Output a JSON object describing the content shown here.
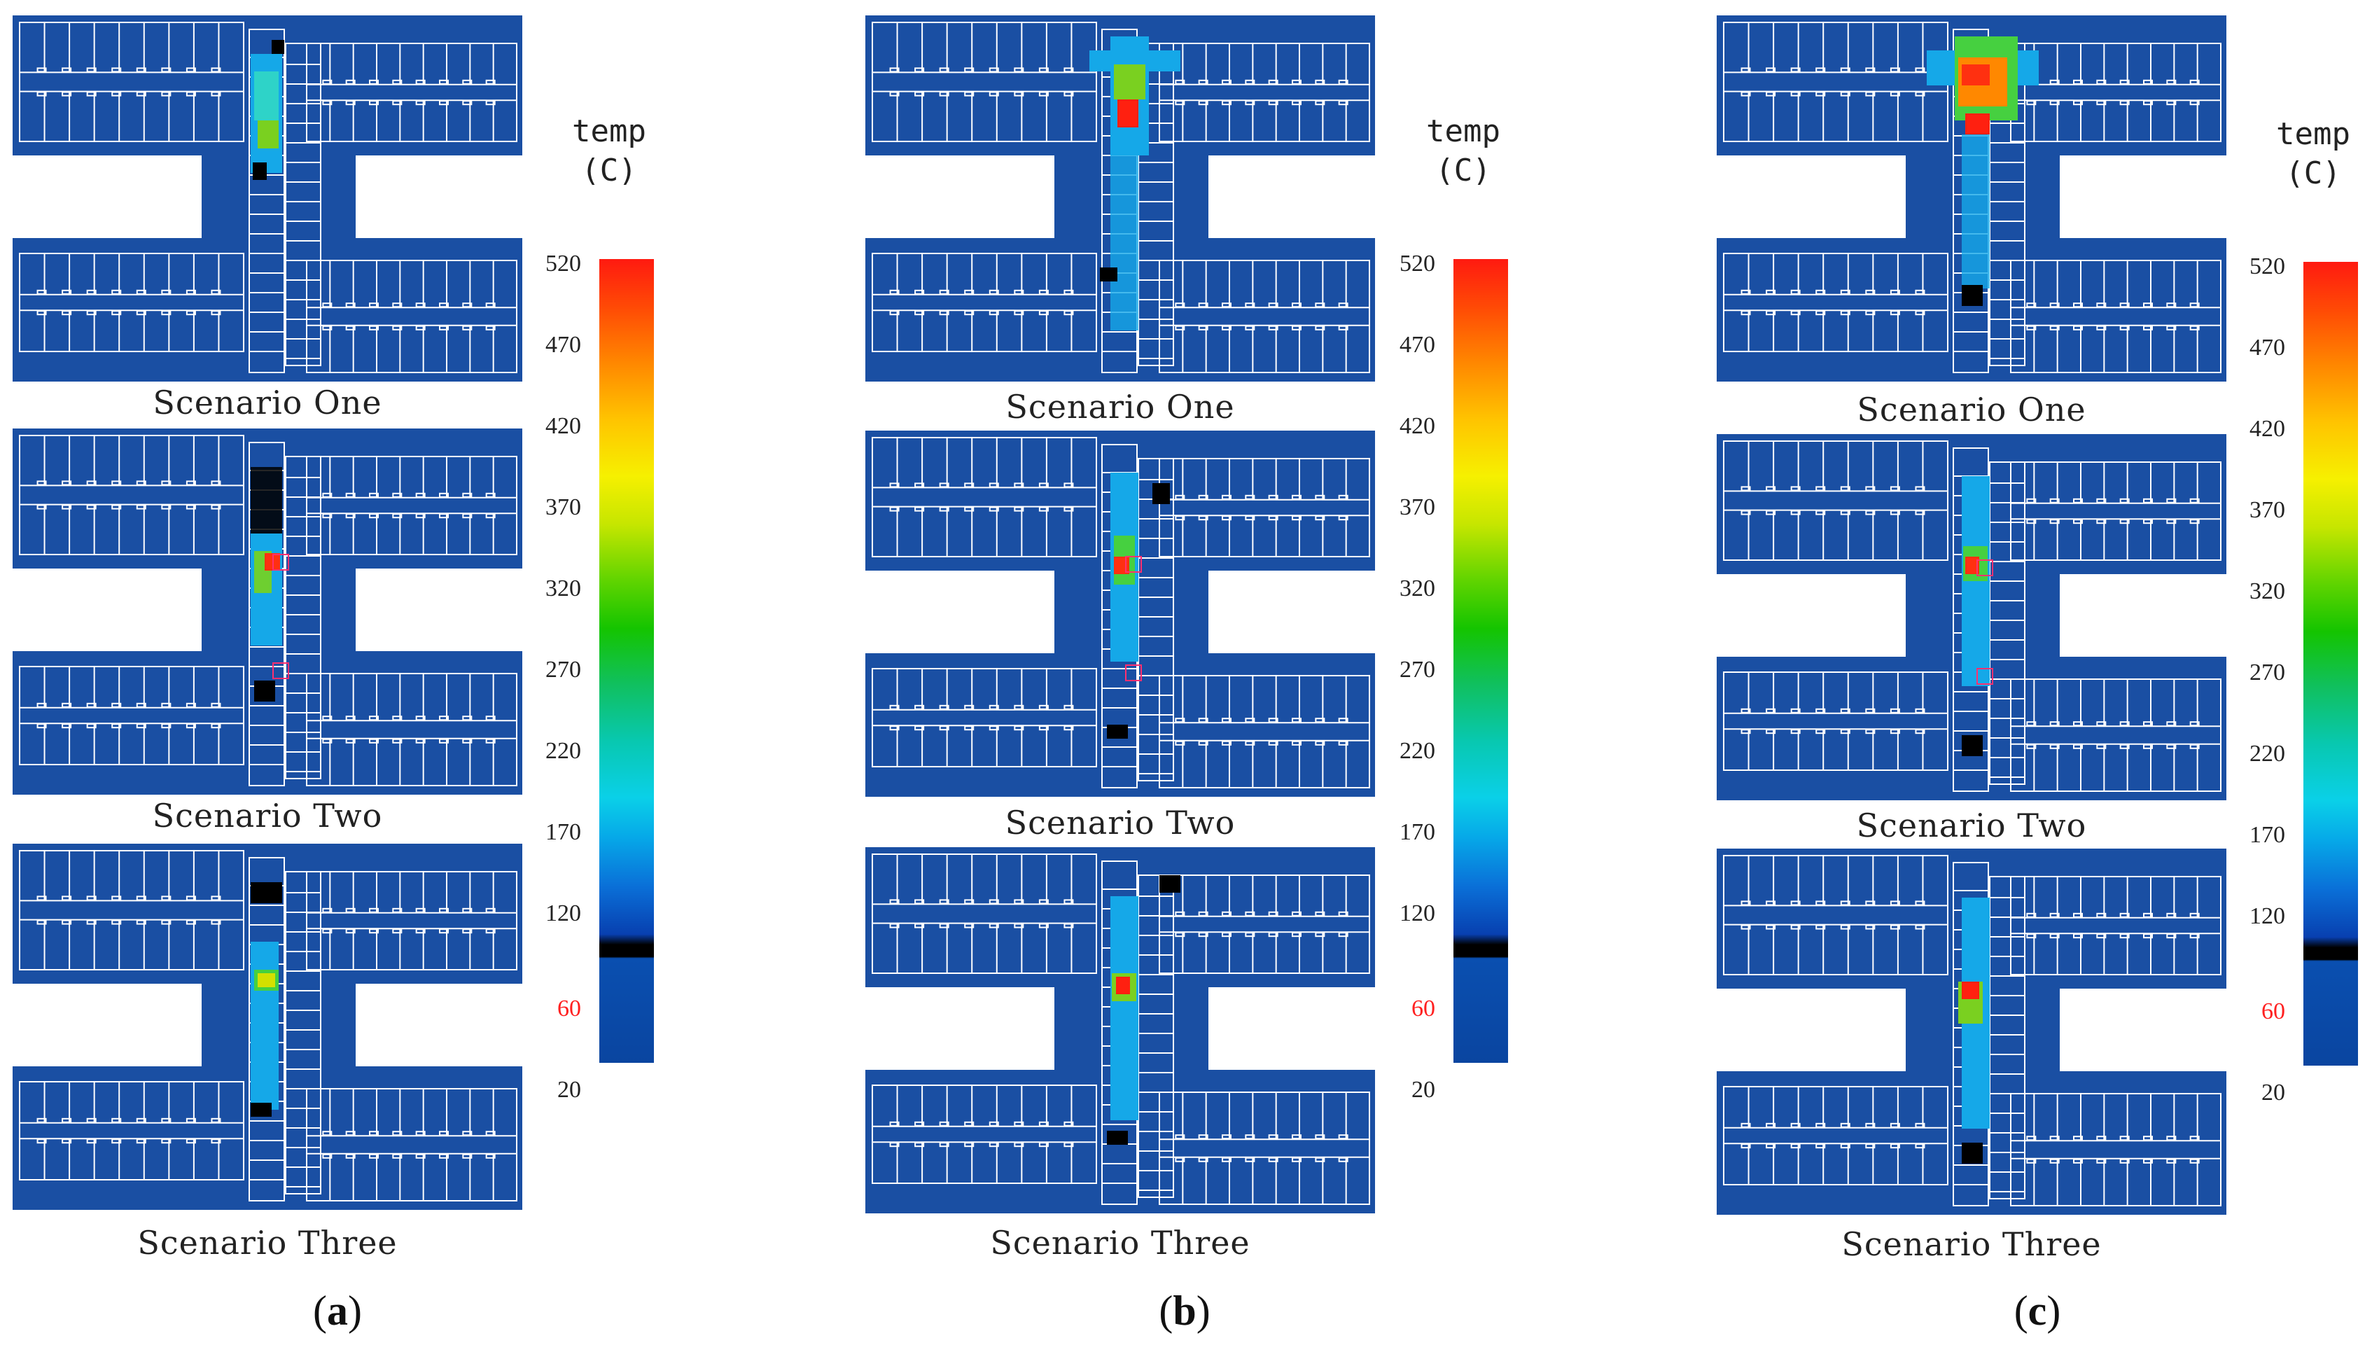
{
  "colors": {
    "plan_background": "#1a4fa3",
    "plan_lines": "#ffffff",
    "threshold_tick": "#ff2020"
  },
  "legend": {
    "title_line1": "temp",
    "title_line2": "(C)",
    "ticks": [
      "520",
      "470",
      "420",
      "370",
      "320",
      "270",
      "220",
      "170",
      "120",
      "60",
      "20"
    ],
    "threshold_value": "60"
  },
  "scenario_labels": [
    "Scenario One",
    "Scenario Two",
    "Scenario Three"
  ],
  "panels": [
    {
      "id": "a",
      "label_open": "(",
      "label_letter": "a",
      "label_close": ")",
      "scenario_one": "Scenario One",
      "scenario_two": "Scenario Two",
      "scenario_three": "Scenario Three"
    },
    {
      "id": "b",
      "label_open": "(",
      "label_letter": "b",
      "label_close": ")",
      "scenario_one": "Scenario One",
      "scenario_two": "Scenario Two",
      "scenario_three": "Scenario Three"
    },
    {
      "id": "c",
      "label_open": "(",
      "label_letter": "c",
      "label_close": ")",
      "scenario_one": "Scenario One",
      "scenario_two": "Scenario Two",
      "scenario_three": "Scenario Three"
    }
  ]
}
